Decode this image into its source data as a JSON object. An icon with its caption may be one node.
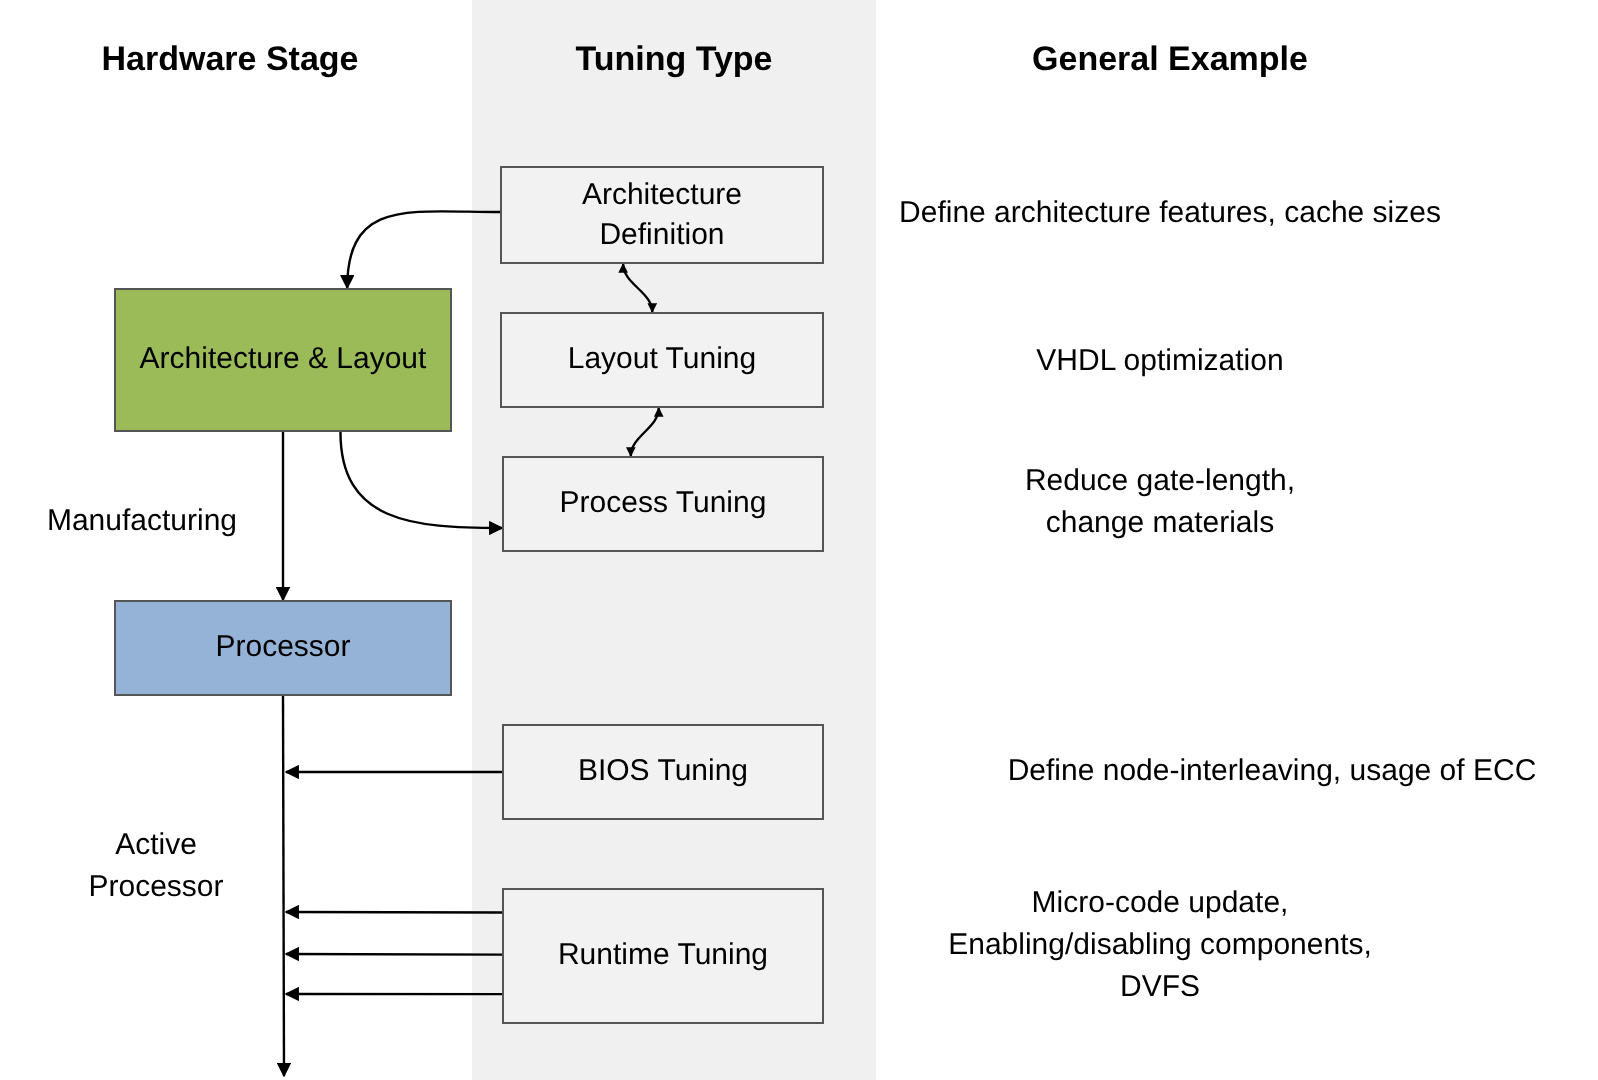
{
  "diagram": {
    "nodes": [
      {
        "text": [
          "Tuning Type"
        ]
      },
      {
        "text": [
          "Architecture Definition"
        ],
        "in": 0
      },
      {
        "text": [
          "Architecture & Layout"
        ]
      },
      {
        "text": [
          "Layout Tuning"
        ],
        "in": 0
      },
      {
        "text": [
          "Process Tuning"
        ],
        "in": 0
      },
      {
        "text": [
          "Processor"
        ]
      },
      {
        "text": [
          "BIOS Tuning"
        ],
        "in": 0
      },
      {
        "text": [
          "Runtime Tuning"
        ],
        "in": 0
      }
    ],
    "edges": [
      {
        "from": 1,
        "to": 2,
        "arrow": "to"
      },
      {
        "from": 1,
        "to": 3,
        "arrow": "both"
      },
      {
        "from": 3,
        "to": 4,
        "arrow": "both"
      },
      {
        "from": 2,
        "to": 4,
        "arrow": "to"
      },
      {
        "from": 2,
        "to": 5,
        "arrow": "to",
        "label": "Manufacturing"
      },
      {
        "from": 5,
        "to": null,
        "arrow": "to"
      },
      {
        "from": 6,
        "to": null,
        "arrow": "to"
      },
      {
        "from": 7,
        "to": null,
        "arrow": "to"
      },
      {
        "from": 7,
        "to": null,
        "arrow": "to"
      },
      {
        "from": 7,
        "to": null,
        "arrow": "to"
      }
    ],
    "labels": [
      "Hardware Stage",
      "General Example",
      "Define architecture features, cache sizes",
      "VHDL optimization",
      "Reduce gate-length, change materials",
      "Define node-interleaving, usage of ECC",
      "Active Processor",
      "Micro-code update, Enabling/disabling components, DVFS"
    ]
  }
}
